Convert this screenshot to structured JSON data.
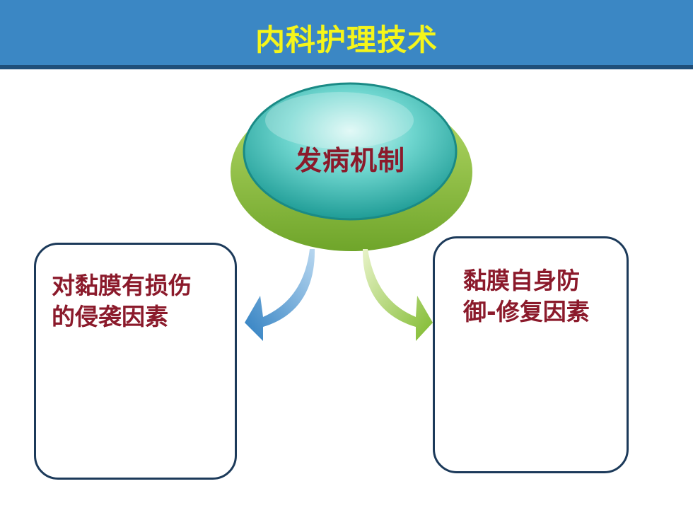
{
  "header": {
    "title": "内科护理技术"
  },
  "diagram": {
    "center": {
      "label": "发病机制"
    },
    "left_box": {
      "line1": "对黏膜有损伤",
      "line2": "的侵袭因素"
    },
    "right_box": {
      "line1": "黏膜自身防",
      "line2": "御-修复因素"
    }
  },
  "colors": {
    "header_bg": "#3b87c4",
    "title_text": "#f5f51a",
    "label_text": "#8b1a2b",
    "box_border": "#1c3a5a",
    "oval_teal": "#2fb8b0",
    "oval_green": "#8cc63f",
    "left_arrow": "#3a86c8",
    "right_arrow": "#8cc63f"
  }
}
